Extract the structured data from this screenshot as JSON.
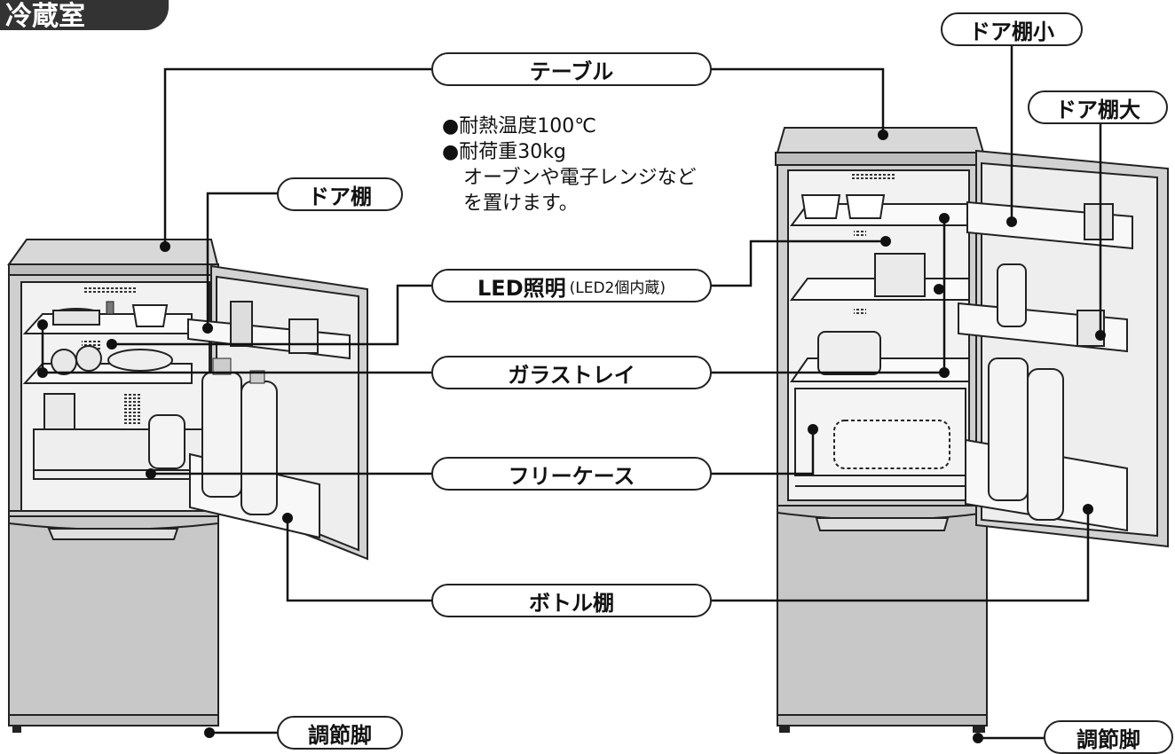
{
  "header": {
    "title": "冷蔵室"
  },
  "labels": {
    "table": "テーブル",
    "door_shelf": "ドア棚",
    "door_shelf_small": "ドア棚小",
    "door_shelf_large": "ドア棚大",
    "led_main": "LED照明",
    "led_sub": "(LED2個内蔵)",
    "glass_tray": "ガラストレイ",
    "free_case": "フリーケース",
    "bottle_shelf": "ボトル棚",
    "adjust_foot_left": "調節脚",
    "adjust_foot_right": "調節脚"
  },
  "notes": {
    "line1": "●耐熱温度100℃",
    "line2": "●耐荷重30kg",
    "line3": "オーブンや電子レンジなど",
    "line4": "を置けます。"
  },
  "colors": {
    "fridge_fill": "#c8c8c8",
    "fridge_light": "#e6e6e6",
    "interior": "#f4f4f4",
    "outline": "#222222",
    "header_bg": "#333333"
  }
}
